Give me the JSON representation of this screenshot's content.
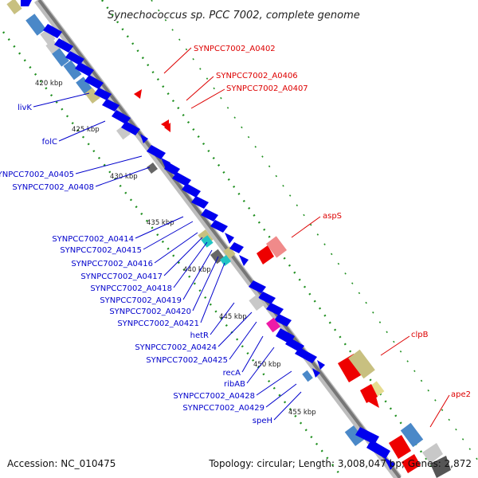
{
  "title": "Synechococcus sp. PCC 7002, complete genome",
  "accession_text": "Accession: NC_010475",
  "topology_text": "Topology: circular; Length: 3,008,047 bp; Genes: 2,872",
  "colors": {
    "left_label": "#0000cc",
    "right_label": "#dd0000",
    "backbone": "#888888",
    "tick": "#1f8f1f",
    "gene_blue": "#0000ee",
    "gene_red": "#ee0000"
  },
  "kbp_labels": [
    "420 kbp",
    "425 kbp",
    "430 kbp",
    "435 kbp",
    "440 kbp",
    "445 kbp",
    "450 kbp",
    "455 kbp"
  ],
  "left_labels": [
    "livK",
    "folC",
    "SYNPCC7002_A0405",
    "SYNPCC7002_A0408",
    "SYNPCC7002_A0414",
    "SYNPCC7002_A0415",
    "SYNPCC7002_A0416",
    "SYNPCC7002_A0417",
    "SYNPCC7002_A0418",
    "SYNPCC7002_A0419",
    "SYNPCC7002_A0420",
    "SYNPCC7002_A0421",
    "hetR",
    "SYNPCC7002_A0424",
    "SYNPCC7002_A0425",
    "recA",
    "ribAB",
    "SYNPCC7002_A0428",
    "SYNPCC7002_A0429",
    "speH"
  ],
  "right_labels": [
    "SYNPCC7002_A0402",
    "SYNPCC7002_A0406",
    "SYNPCC7002_A0407",
    "aspS",
    "clpB",
    "ape2"
  ]
}
